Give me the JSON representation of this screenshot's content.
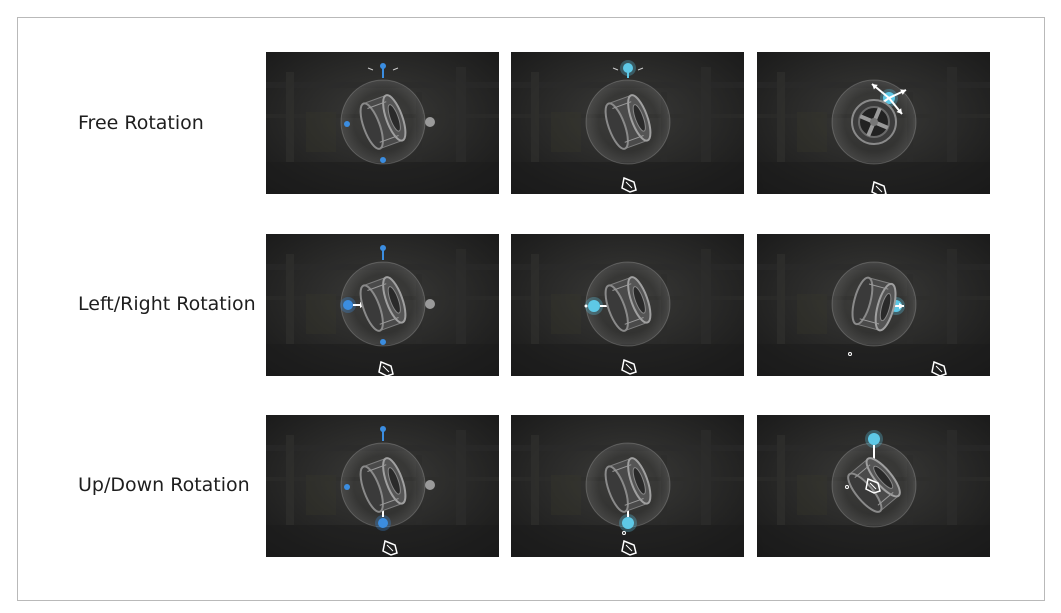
{
  "rows": [
    {
      "label": "Free Rotation"
    },
    {
      "label": "Left/Right Rotation"
    },
    {
      "label": "Up/Down Rotation"
    }
  ],
  "colors": {
    "accent_blue": "#3b8de0",
    "active_cyan": "#5ec8e6",
    "idle_gray": "#9a9a9a",
    "background_dark": "#262626"
  },
  "panels": [
    {
      "row": 0,
      "col": 0,
      "icon": "wheel-rim-icon",
      "state": "idle",
      "wheel": "side-view",
      "cursor": false
    },
    {
      "row": 0,
      "col": 1,
      "icon": "wheel-rim-icon",
      "state": "top-active",
      "wheel": "side-view",
      "cursor": true
    },
    {
      "row": 0,
      "col": 2,
      "icon": "wheel-rim-icon",
      "state": "free-drag",
      "wheel": "front-view",
      "cursor": true
    },
    {
      "row": 1,
      "col": 0,
      "icon": "wheel-rim-icon",
      "state": "left-hover",
      "wheel": "side-view",
      "cursor": true
    },
    {
      "row": 1,
      "col": 1,
      "icon": "wheel-rim-icon",
      "state": "left-active",
      "wheel": "side-view",
      "cursor": true
    },
    {
      "row": 1,
      "col": 2,
      "icon": "wheel-rim-icon",
      "state": "right-drag",
      "wheel": "back-view",
      "cursor": true
    },
    {
      "row": 2,
      "col": 0,
      "icon": "wheel-rim-icon",
      "state": "bottom-hover",
      "wheel": "side-view",
      "cursor": true
    },
    {
      "row": 2,
      "col": 1,
      "icon": "wheel-rim-icon",
      "state": "bottom-active",
      "wheel": "side-view",
      "cursor": true
    },
    {
      "row": 2,
      "col": 2,
      "icon": "wheel-rim-icon",
      "state": "top-drag",
      "wheel": "tilted-view",
      "cursor": true
    }
  ]
}
